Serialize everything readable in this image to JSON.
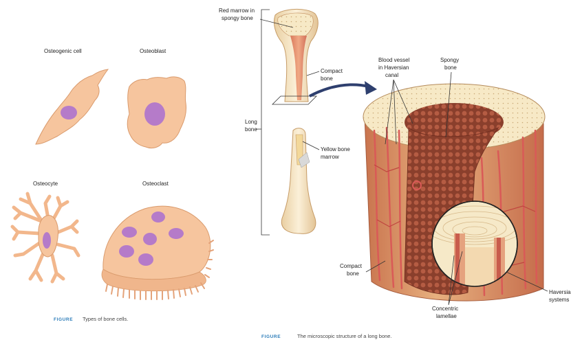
{
  "left_figure": {
    "labels": {
      "osteogenic_cell": "Osteogenic cell",
      "osteoblast": "Osteoblast",
      "osteocyte": "Osteocyte",
      "osteoclast": "Osteoclast"
    },
    "caption": {
      "tag": "FIGURE",
      "text": "Types of bone cells."
    }
  },
  "right_figure": {
    "labels": {
      "red_marrow_line1": "Red marrow in",
      "red_marrow_line2": "spongy bone",
      "compact_bone_top_line1": "Compact",
      "compact_bone_top_line2": "bone",
      "long_bone_line1": "Long",
      "long_bone_line2": "bone",
      "yellow_marrow_line1": "Yellow bone",
      "yellow_marrow_line2": "marrow",
      "blood_vessel_line1": "Blood vessel",
      "blood_vessel_line2": "in Haversian",
      "blood_vessel_line3": "canal",
      "spongy_bone_line1": "Spongy",
      "spongy_bone_line2": "bone",
      "compact_bone_bottom_line1": "Compact",
      "compact_bone_bottom_line2": "bone",
      "concentric_line1": "Concentric",
      "concentric_line2": "lamellae",
      "haversian_line1": "Haversian",
      "haversian_line2": "systems"
    },
    "caption": {
      "tag": "FIGURE",
      "text": "The microscopic structure of a long bone."
    }
  },
  "colors": {
    "cell_fill": "#f6c59e",
    "cell_stroke": "#d99a6c",
    "nucleus": "#b57bc9",
    "bone": "#f6e5c1",
    "marrow_red": "#a4573f",
    "vessel": "#d95a57",
    "arrow": "#2e3f6e",
    "caption_tag": "#2a7bb8"
  }
}
